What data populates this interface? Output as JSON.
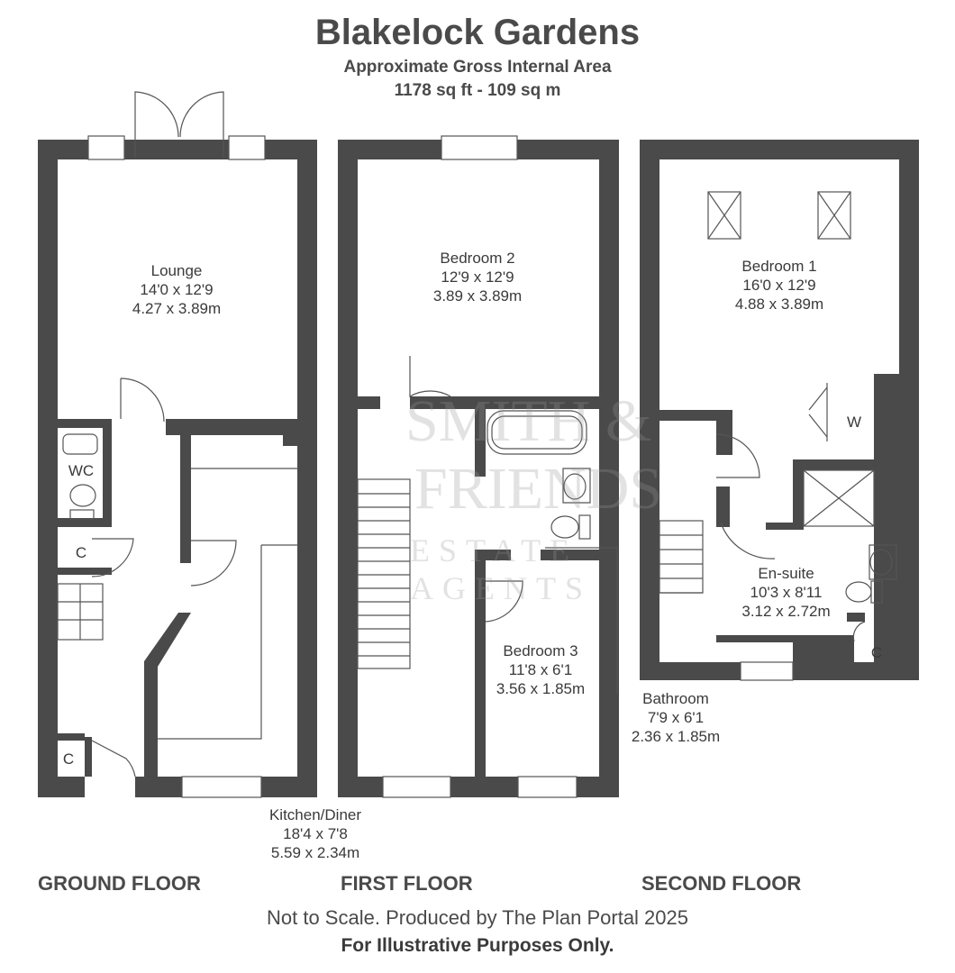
{
  "header": {
    "title": "Blakelock Gardens",
    "subtitle": "Approximate Gross Internal Area",
    "area": "1178 sq ft - 109 sq m"
  },
  "floors": {
    "ground": {
      "label": "GROUND FLOOR",
      "lounge": {
        "name": "Lounge",
        "imperial": "14'0 x 12'9",
        "metric": "4.27 x 3.89m"
      },
      "wc": {
        "name": "WC"
      },
      "cupboard1": {
        "name": "C"
      },
      "cupboard2": {
        "name": "C"
      },
      "kitchen": {
        "name": "Kitchen/Diner",
        "imperial": "18'4 x 7'8",
        "metric": "5.59 x 2.34m"
      }
    },
    "first": {
      "label": "FIRST FLOOR",
      "bedroom2": {
        "name": "Bedroom 2",
        "imperial": "12'9 x 12'9",
        "metric": "3.89 x 3.89m"
      },
      "bedroom3": {
        "name": "Bedroom 3",
        "imperial": "11'8 x 6'1",
        "metric": "3.56 x 1.85m"
      },
      "bathroom": {
        "name": "Bathroom",
        "imperial": "7'9 x 6'1",
        "metric": "2.36 x 1.85m"
      }
    },
    "second": {
      "label": "SECOND FLOOR",
      "bedroom1": {
        "name": "Bedroom 1",
        "imperial": "16'0 x 12'9",
        "metric": "4.88 x 3.89m"
      },
      "wardrobe": {
        "name": "W"
      },
      "ensuite": {
        "name": "En-suite",
        "imperial": "10'3 x 8'11",
        "metric": "3.12 x 2.72m"
      },
      "cupboard": {
        "name": "C"
      }
    }
  },
  "watermark": {
    "line1": "SMITH &",
    "line2": "FRIENDS",
    "line3": "ESTATE AGENTS",
    "amp_color": "#f2c48a"
  },
  "footer": {
    "line1": "Not to Scale. Produced by The Plan Portal 2025",
    "line2": "For Illustrative Purposes Only."
  },
  "colors": {
    "wall": "#4a4a4a",
    "line": "#555555",
    "background": "#ffffff"
  }
}
